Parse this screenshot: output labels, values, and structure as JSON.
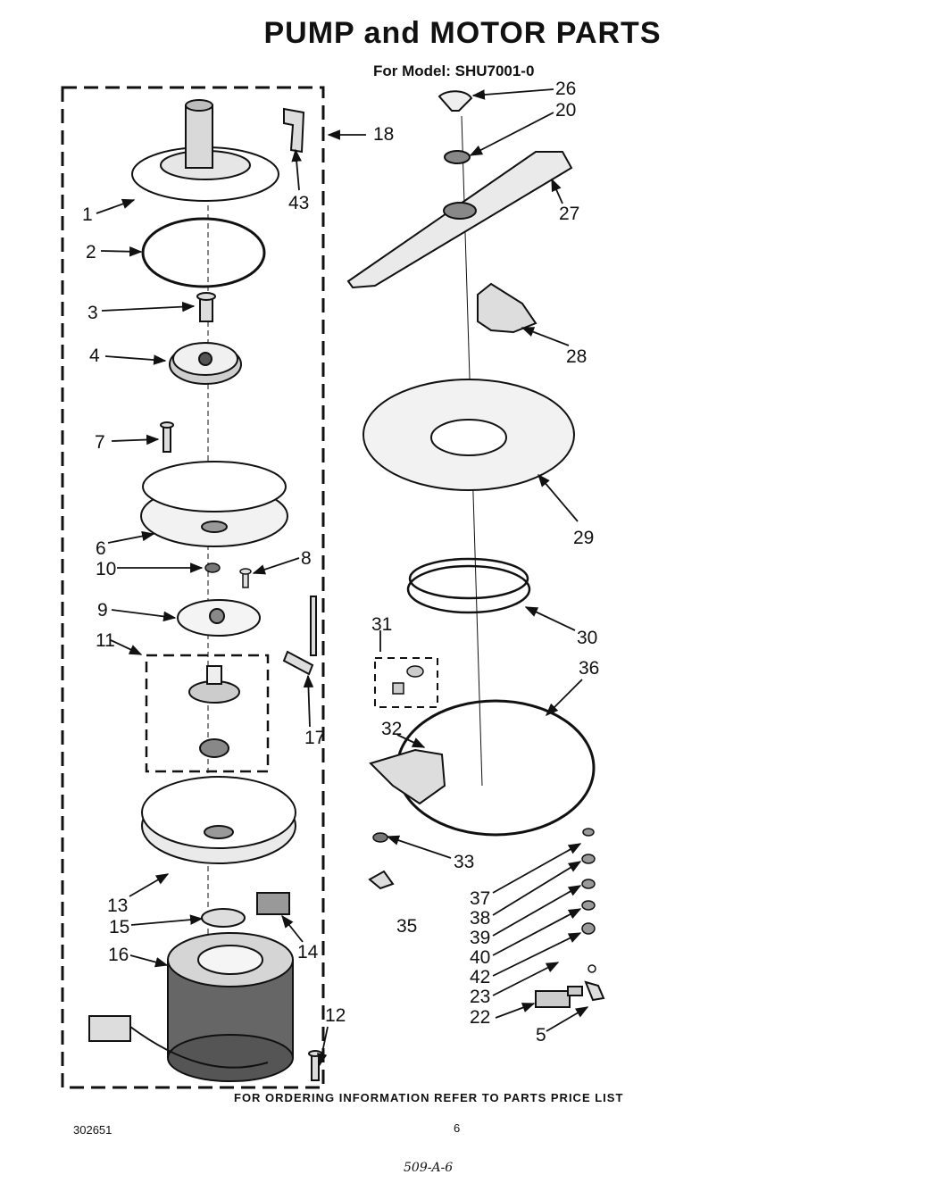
{
  "header": {
    "title": "PUMP and MOTOR PARTS",
    "subtitle": "For Model: SHU7001-0"
  },
  "footer": {
    "ordering_note": "FOR ORDERING INFORMATION REFER TO PARTS PRICE LIST",
    "document_number": "302651",
    "page_number": "6",
    "handwritten_note": "509-A-6"
  },
  "callouts": [
    "1",
    "2",
    "3",
    "4",
    "7",
    "6",
    "10",
    "8",
    "9",
    "11",
    "17",
    "13",
    "15",
    "16",
    "14",
    "12",
    "18",
    "43",
    "26",
    "20",
    "27",
    "28",
    "29",
    "30",
    "31",
    "36",
    "32",
    "33",
    "35",
    "37",
    "38",
    "39",
    "40",
    "42",
    "23",
    "22",
    "5"
  ]
}
